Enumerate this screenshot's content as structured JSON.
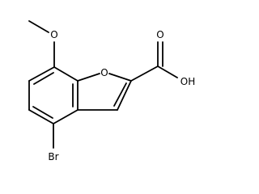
{
  "molecule": {
    "atoms": {
      "ring_oxygen": "O",
      "methoxy_oxygen": "O",
      "carbonyl_oxygen": "O",
      "hydroxyl": "OH",
      "bromine": "Br"
    }
  },
  "colors": {
    "bond": "#000000",
    "label": "#000000",
    "background": "#ffffff"
  }
}
